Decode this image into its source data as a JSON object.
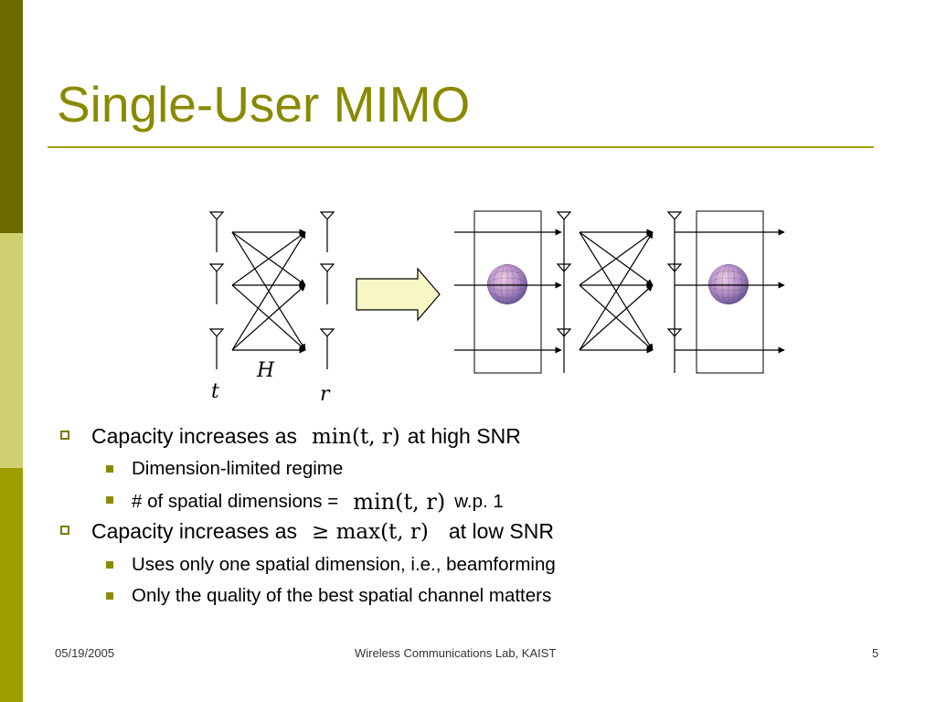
{
  "slide": {
    "title": "Single-User MIMO",
    "diagram": {
      "label_t": "t",
      "label_H": "H",
      "label_r": "r"
    },
    "bullets": [
      {
        "pre": "Capacity increases as",
        "math": "min(t, r)",
        "post": "at high SNR"
      },
      {
        "text": "Dimension-limited regime"
      },
      {
        "pre": "# of spatial dimensions =",
        "math": "min(t, r)",
        "post": "w.p. 1"
      },
      {
        "pre": "Capacity increases as",
        "math": "≥ max(t, r)",
        "post": "at low SNR"
      },
      {
        "text": "Uses only one spatial dimension, i.e., beamforming"
      },
      {
        "text": "Only the quality of the best spatial channel matters"
      }
    ],
    "footer": {
      "date": "05/19/2005",
      "center": "Wireless Communications Lab, KAIST",
      "page": "5"
    }
  },
  "colors": {
    "accent": "#8a8a00",
    "sidebar_top": "#6b6b00",
    "sidebar_mid": "#d0d071",
    "sidebar_bottom": "#9e9e00",
    "arrow_fill": "#f7f7c6"
  }
}
